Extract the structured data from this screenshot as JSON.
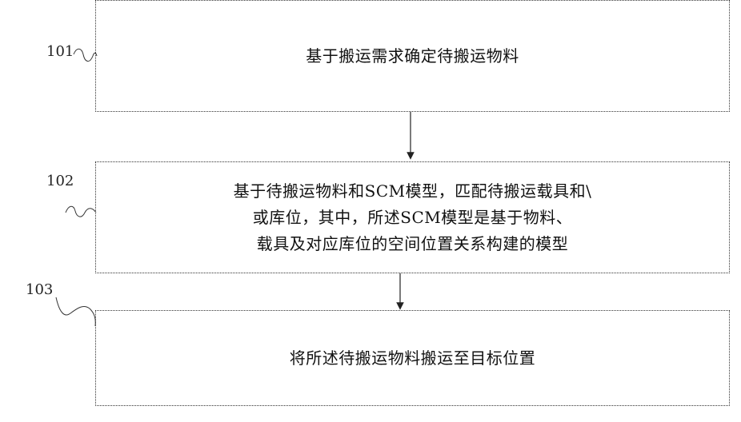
{
  "steps": [
    {
      "id": "101",
      "lines": [
        "基于搬运需求确定待搬运物料"
      ]
    },
    {
      "id": "102",
      "lines": [
        "基于待搬运物料和SCM模型，匹配待搬运载具和\\",
        "或库位，其中，所述SCM模型是基于物料、",
        "载具及对应库位的空间位置关系构建的模型"
      ]
    },
    {
      "id": "103",
      "lines": [
        "将所述待搬运物料搬运至目标位置"
      ]
    }
  ]
}
